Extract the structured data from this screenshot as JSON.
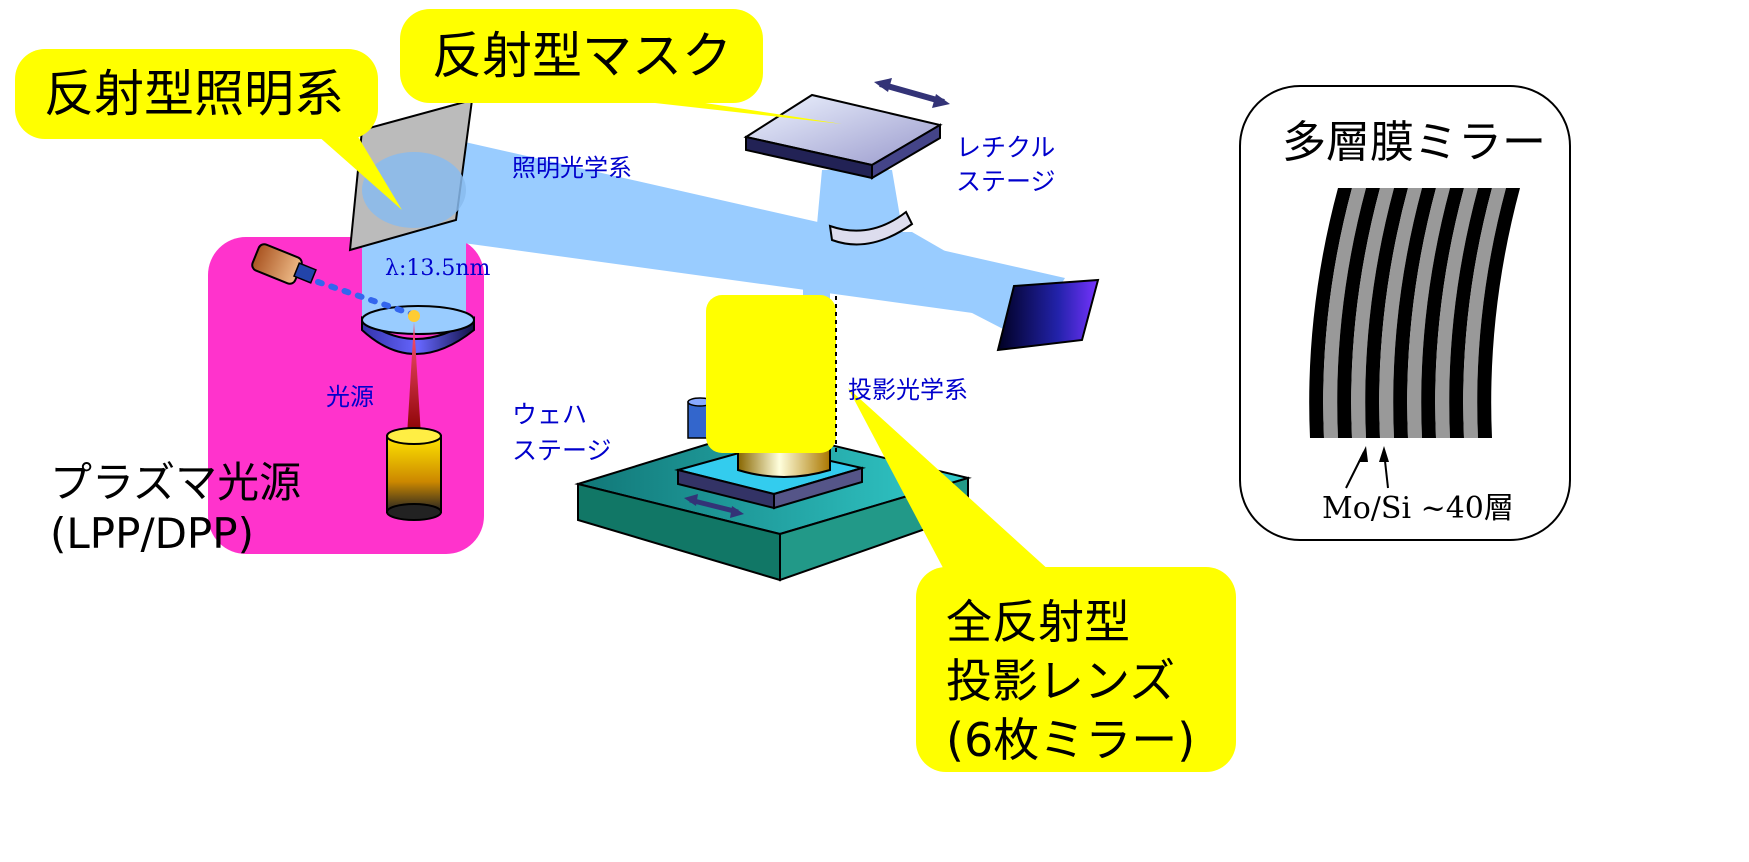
{
  "callouts": {
    "illumination": "反射型照明系",
    "mask": "反射型マスク",
    "projection_line1": "全反射型",
    "projection_line2": "投影レンズ",
    "projection_line3": "(6枚ミラー)"
  },
  "labels": {
    "illumination_optics": "照明光学系",
    "reticle_stage_line1": "レチクル",
    "reticle_stage_line2": "ステージ",
    "wavelength": "λ:13.5nm",
    "light_source": "光源",
    "wafer_stage_line1": "ウェハ",
    "wafer_stage_line2": "ステージ",
    "projection_optics": "投影光学系",
    "plasma_line1": "プラズマ光源",
    "plasma_line2": "(LPP/DPP)"
  },
  "inset": {
    "title": "多層膜ミラー",
    "caption": "Mo/Si ~40層"
  },
  "colors": {
    "callout_yellow": "#FFFF00",
    "plasma_magenta": "#FF33CC",
    "beam_blue": "#99CCFF",
    "label_blue": "#0000CC",
    "stage_teal": "#33BBBB",
    "mirror_navy": "#1A1A66"
  }
}
